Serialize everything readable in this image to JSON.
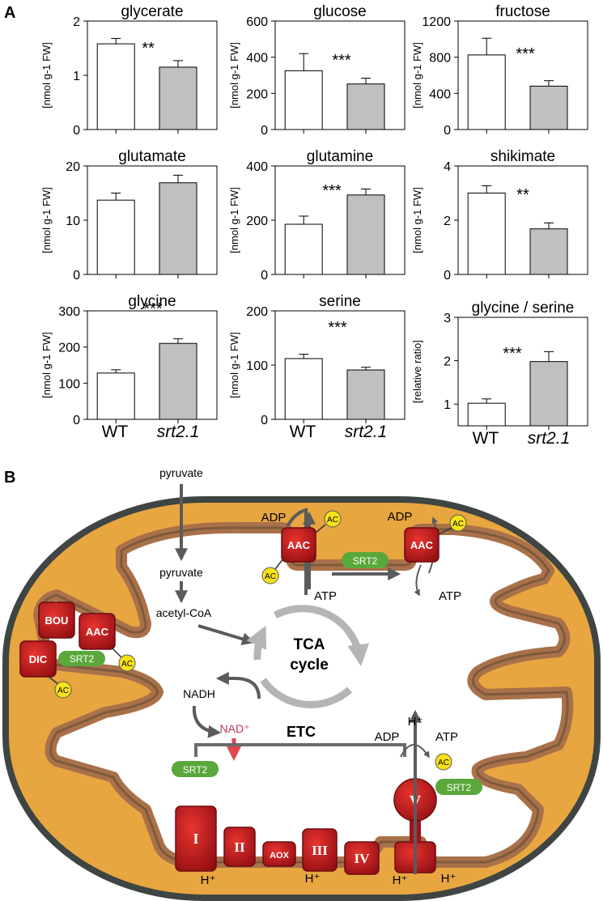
{
  "panel_a": {
    "label": "A",
    "groups": [
      "WT",
      "srt2.1"
    ]
  },
  "panel_b": {
    "label": "B",
    "pyruvate_outside": "pyruvate",
    "pyruvate_inside": "pyruvate",
    "acetyl_coa": "acetyl-CoA",
    "tca_line1": "TCA",
    "tca_line2": "cycle",
    "nadh": "NADH",
    "nad_plus": "NAD⁺",
    "etc": "ETC",
    "adp_left": "ADP",
    "atp_left": "ATP",
    "adp_right": "ADP",
    "atp_right": "ATP",
    "adp_atpase": "ADP",
    "atp_atpase": "ATP",
    "h_atpase": "H⁺",
    "h_plus": "H⁺",
    "aac": "AAC",
    "bou": "BOU",
    "dic": "DIC",
    "sirt": "SRT2",
    "ac": "AC",
    "complex_i": "I",
    "complex_ii": "II",
    "aox": "AOX",
    "complex_iii": "III",
    "complex_iv": "IV",
    "complex_v": "V",
    "colors": {
      "matrix_orange": "#e8a640",
      "membrane_brown": "#b97b4a",
      "protein_red": "#c4141a",
      "sirt_green": "#5aa83b",
      "ac_yellow": "#f7e21a",
      "arrow_gray": "#5b5b5b",
      "tca_gray": "#b5b5b5",
      "nad_red": "#c0395a"
    }
  },
  "chart_data": [
    {
      "type": "bar",
      "title": "glycerate",
      "ylabel": "[nmol g-1 FW]",
      "categories": [
        "WT",
        "srt2.1"
      ],
      "values": [
        1.58,
        1.15
      ],
      "errors": [
        0.1,
        0.12
      ],
      "ylim": [
        0,
        2
      ],
      "yticks": [
        0,
        1,
        2
      ],
      "significance": "**"
    },
    {
      "type": "bar",
      "title": "glucose",
      "ylabel": "[nmol g-1 FW]",
      "categories": [
        "WT",
        "srt2.1"
      ],
      "values": [
        325,
        252
      ],
      "errors": [
        95,
        32
      ],
      "ylim": [
        0,
        600
      ],
      "yticks": [
        0,
        200,
        400,
        600
      ],
      "significance": "***"
    },
    {
      "type": "bar",
      "title": "fructose",
      "ylabel": "[nmol g-1 FW]",
      "categories": [
        "WT",
        "srt2.1"
      ],
      "values": [
        825,
        480
      ],
      "errors": [
        185,
        60
      ],
      "ylim": [
        0,
        1200
      ],
      "yticks": [
        0,
        400,
        800,
        1200
      ],
      "significance": "***"
    },
    {
      "type": "bar",
      "title": "glutamate",
      "ylabel": "[nmol g-1 FW]",
      "categories": [
        "WT",
        "srt2.1"
      ],
      "values": [
        13.7,
        16.9
      ],
      "errors": [
        1.3,
        1.4
      ],
      "ylim": [
        0,
        20
      ],
      "yticks": [
        0,
        10,
        20
      ],
      "significance": ""
    },
    {
      "type": "bar",
      "title": "glutamine",
      "ylabel": "[nmol g-1 FW]",
      "categories": [
        "WT",
        "srt2.1"
      ],
      "values": [
        185,
        293
      ],
      "errors": [
        30,
        22
      ],
      "ylim": [
        0,
        400
      ],
      "yticks": [
        0,
        200,
        400
      ],
      "significance": "***"
    },
    {
      "type": "bar",
      "title": "shikimate",
      "ylabel": "[nmol g-1 FW]",
      "categories": [
        "WT",
        "srt2.1"
      ],
      "values": [
        3.0,
        1.68
      ],
      "errors": [
        0.27,
        0.22
      ],
      "ylim": [
        0,
        4
      ],
      "yticks": [
        0,
        2,
        4
      ],
      "significance": "**"
    },
    {
      "type": "bar",
      "title": "glycine",
      "ylabel": "[nmol g-1 FW]",
      "categories": [
        "WT",
        "srt2.1"
      ],
      "values": [
        128,
        210
      ],
      "errors": [
        9,
        13
      ],
      "ylim": [
        0,
        300
      ],
      "yticks": [
        0,
        100,
        200,
        300
      ],
      "significance": "***"
    },
    {
      "type": "bar",
      "title": "serine",
      "ylabel": "[nmol g-1 FW]",
      "categories": [
        "WT",
        "srt2.1"
      ],
      "values": [
        112,
        91
      ],
      "errors": [
        8,
        5
      ],
      "ylim": [
        0,
        200
      ],
      "yticks": [
        0,
        100,
        200
      ],
      "significance": "***"
    },
    {
      "type": "bar",
      "title": "glycine / serine",
      "ylabel": "[relative ratio]",
      "categories": [
        "WT",
        "srt2.1"
      ],
      "values": [
        1.02,
        1.98
      ],
      "errors": [
        0.1,
        0.23
      ],
      "ylim": [
        0.5,
        3
      ],
      "yticks": [
        1,
        2,
        3
      ],
      "significance": "***"
    }
  ]
}
